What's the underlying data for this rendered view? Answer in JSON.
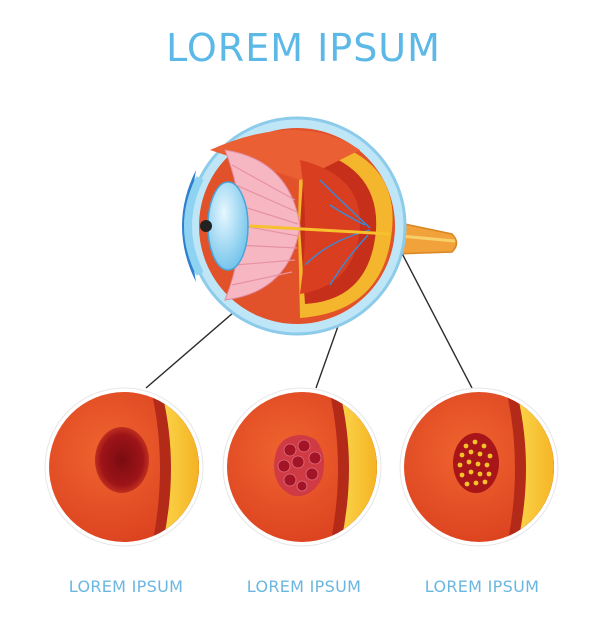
{
  "title": "LOREM IPSUM",
  "captions": [
    "LOREM IPSUM",
    "LOREM IPSUM",
    "LOREM IPSUM"
  ],
  "colors": {
    "title": "#5cb8e6",
    "caption": "#6bb6e0",
    "tissue": "#dd4a26",
    "membrane": "#f6c22a",
    "lesion": "#a8161a",
    "cornea": "#8fd3f2"
  },
  "icons": [
    "eyeball-cross-section",
    "retina-closeup-dark-spot",
    "retina-closeup-blood-clots",
    "retina-closeup-spotted-lesion"
  ]
}
